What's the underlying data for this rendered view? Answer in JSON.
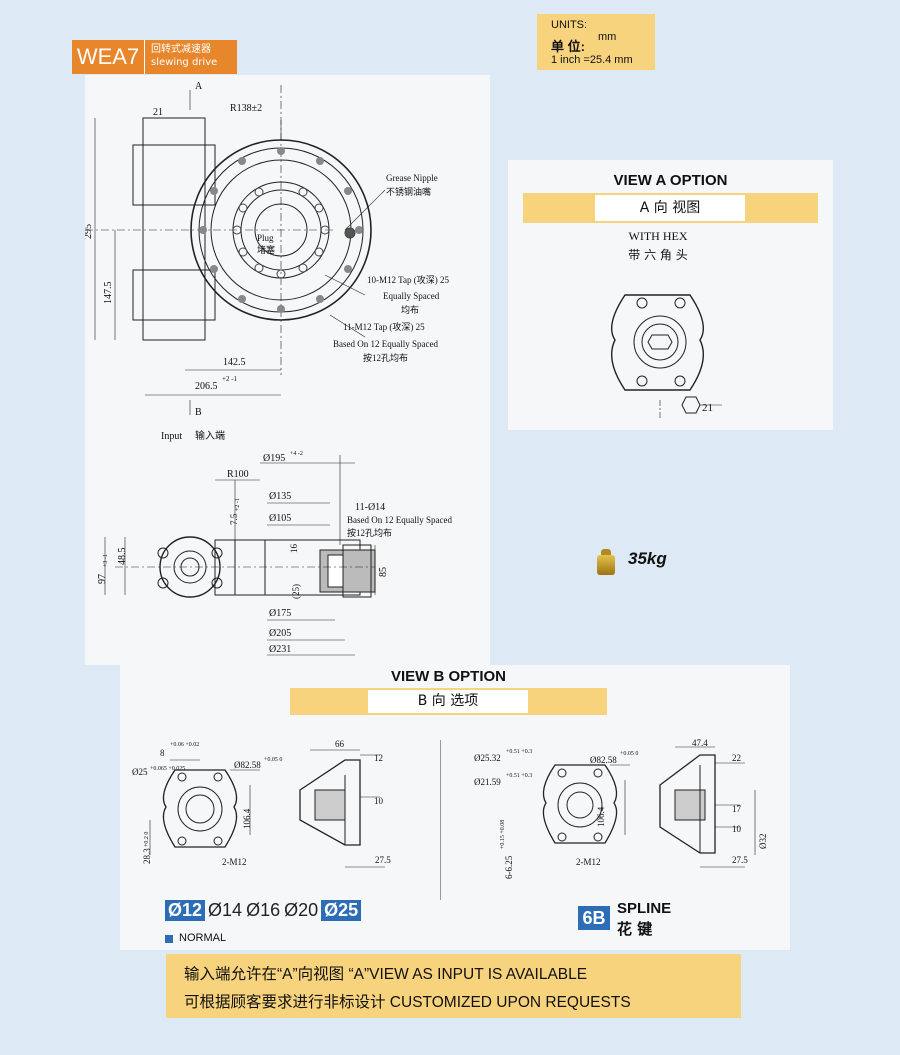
{
  "badge": {
    "model": "WEA7",
    "cn": "回转式减速器",
    "en": "slewing drive"
  },
  "units": {
    "label": "UNITS:",
    "cn": "单 位:",
    "unit": "mm",
    "conversion": "1 inch =25.4 mm"
  },
  "drawing1": {
    "hex": "21",
    "r138": "R138±2",
    "a": "A",
    "b": "B",
    "grease": "Grease Nipple",
    "grease_cn": "不锈钢油嘴",
    "plug": "Plug",
    "plug_cn": "堵塞",
    "tap1": "10-M12 Tap (攻深) 25",
    "tap1b": "Equally Spaced",
    "tap1_cn": "均布",
    "tap2": "11-M12 Tap (攻深) 25",
    "tap2b": "Based On 12 Equally Spaced",
    "tap2_cn": "按12孔均布",
    "d295": "295",
    "d147": "147.5",
    "d142": "142.5",
    "d206": "206.5",
    "d206tol": "+2 -1",
    "input": "Input",
    "input_cn": "输入端"
  },
  "viewA": {
    "title": "VIEW A OPTION",
    "subtitle": "A 向 视图",
    "withhex": "WITH HEX",
    "withhex_cn": "带 六 角 头",
    "hex": "21"
  },
  "drawing2": {
    "d195": "Ø195",
    "d195tol": "+4 -2",
    "r100": "R100",
    "d135": "Ø135",
    "d105": "Ø105",
    "d75": "7.5",
    "d75tol": "+2 -1",
    "d16": "16",
    "holes": "11-Ø14",
    "holes_b": "Based On 12 Equally Spaced",
    "holes_cn": "按12孔均布",
    "d485": "48.5",
    "d97": "97",
    "d97tol": "+3 -1",
    "d25": "(25)",
    "d85": "85",
    "d175": "Ø175",
    "d205": "Ø205",
    "d231": "Ø231"
  },
  "weight": "35kg",
  "viewB": {
    "title": "VIEW B OPTION",
    "subtitle": "B 向 选项"
  },
  "b_left": {
    "d8": "8",
    "d8tol": "+0.06 +0.02",
    "d25": "Ø25",
    "d25tol": "+0.065 +0.025",
    "d8258": "Ø82.58",
    "d8258tol": "+0.05 0",
    "d1064": "106.4",
    "d283": "28.3",
    "d283tol": "+0.2 0",
    "m12": "2-M12",
    "d66": "66",
    "d12": "12",
    "d10": "10",
    "d275": "27.5"
  },
  "b_right": {
    "d2532": "Ø25.32",
    "d2532tol": "+0.51 +0.3",
    "d2159": "Ø21.59",
    "d2159tol": "+0.51 +0.3",
    "d8258": "Ø82.58",
    "d8258tol": "+0.05 0",
    "d1064": "106.4",
    "d625": "6-6.25",
    "d625tol": "+0.15 +0.08",
    "m12": "2-M12",
    "d474": "47.4",
    "d22": "22",
    "d17": "17",
    "d10": "10",
    "d32": "Ø32",
    "d275": "27.5"
  },
  "shafts": [
    {
      "label": "Ø12",
      "highlight": true
    },
    {
      "label": "Ø14",
      "highlight": false
    },
    {
      "label": "Ø16",
      "highlight": false
    },
    {
      "label": "Ø20",
      "highlight": false
    },
    {
      "label": "Ø25",
      "highlight": true
    }
  ],
  "normal": "NORMAL",
  "spline": {
    "code": "6B",
    "en": "SPLINE",
    "cn": "花 键"
  },
  "notes": {
    "line1": "输入端允许在“A”向视图 “A”VIEW AS INPUT IS AVAILABLE",
    "line2": "可根据顾客要求进行非标设计 CUSTOMIZED UPON REQUESTS"
  },
  "colors": {
    "orange": "#e8862c",
    "yellow": "#f6d37c",
    "blue": "#2c6db5",
    "background": "#dde9f5"
  }
}
